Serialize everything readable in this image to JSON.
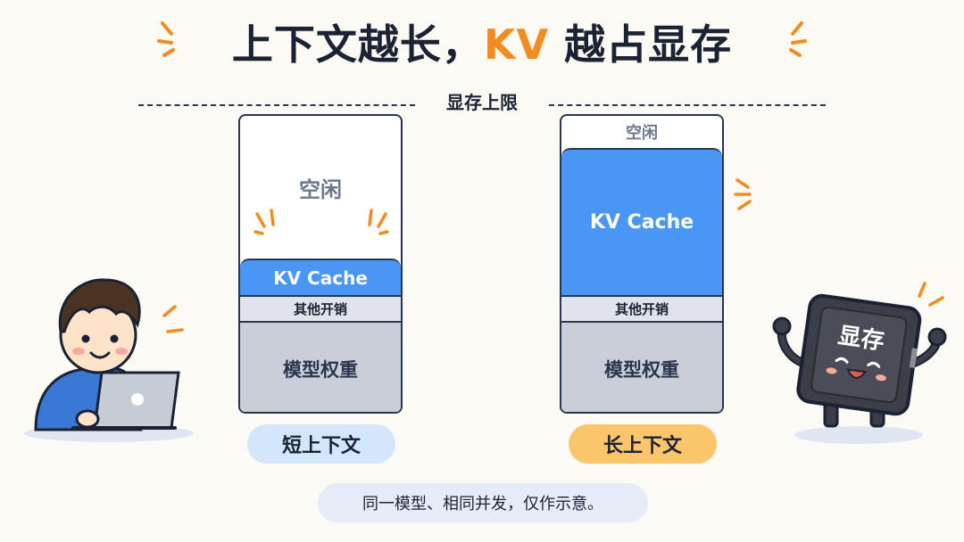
{
  "title": {
    "main": "上下文越长，",
    "accent": "KV",
    "rest": " 越占显存"
  },
  "limit_label": "显存上限",
  "columns": [
    {
      "label": "短上下文",
      "segments": {
        "idle": "空闲",
        "kv_cache": "KV Cache",
        "other": "其他开销",
        "weights": "模型权重"
      }
    },
    {
      "label": "长上下文",
      "segments": {
        "idle": "空闲",
        "kv_cache": "KV Cache",
        "other": "其他开销",
        "weights": "模型权重"
      }
    }
  ],
  "note": "同一模型、相同并发，仅作示意。",
  "gpu_chip_label": "显存",
  "colors": {
    "accent": "#f28c1e",
    "kv_cache": "#4a96f5",
    "short_pill": "#d4e6fb",
    "long_pill": "#fbc56a",
    "outline": "#2a3550"
  },
  "icons": [
    "person-with-laptop-illustration",
    "gpu-chip-mascot",
    "spark-icon"
  ]
}
